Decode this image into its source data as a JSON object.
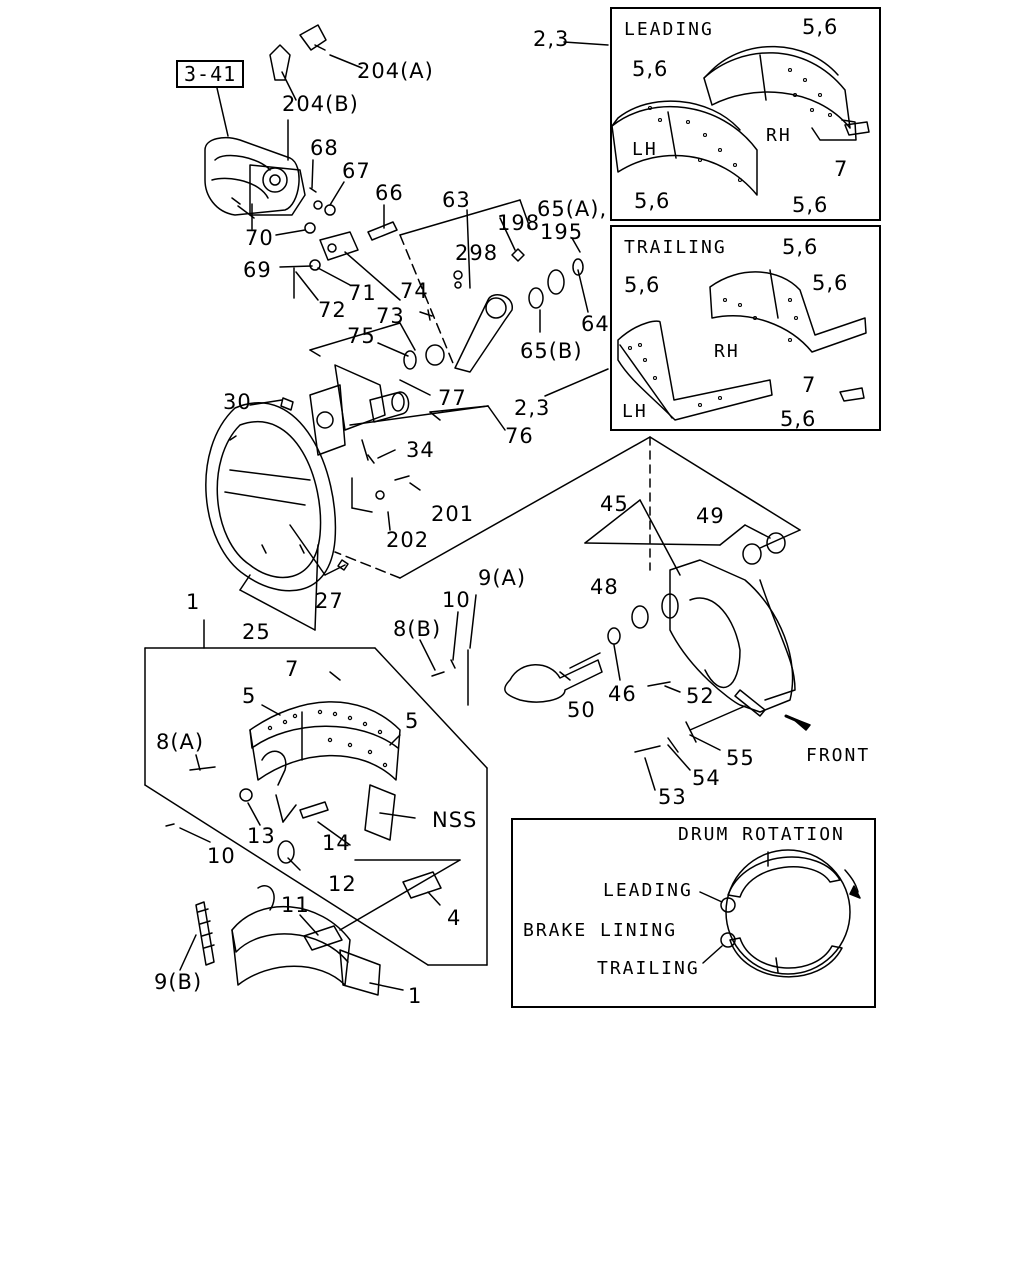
{
  "ref_box": "3-41",
  "labels": {
    "l204a": "204(A)",
    "l204b": "204(B)",
    "l68": "68",
    "l67": "67",
    "l66": "66",
    "l70": "70",
    "l69": "69",
    "l71": "71",
    "l72": "72",
    "l63": "63",
    "l198": "198",
    "l298": "298",
    "l65a": "65(A),",
    "l195": "195",
    "l74": "74",
    "l73": "73",
    "l75": "75",
    "l64": "64",
    "l65b": "65(B)",
    "l23b": "2,3",
    "l30": "30",
    "l77": "77",
    "l76": "76",
    "l34": "34",
    "l201": "201",
    "l202": "202",
    "l45": "45",
    "l49": "49",
    "l48": "48",
    "l27": "27",
    "l25": "25",
    "l1a": "1",
    "l9a": "9(A)",
    "l10a": "10",
    "l8b": "8(B)",
    "l7": "7",
    "l5a": "5",
    "l5b": "5",
    "l8a": "8(A)",
    "l13": "13",
    "l14": "14",
    "l12": "12",
    "l10b": "10",
    "lnss": "NSS",
    "l11": "11",
    "l4": "4",
    "l9b": "9(B)",
    "l1b": "1",
    "l46": "46",
    "l50": "50",
    "l52": "52",
    "l55": "55",
    "l54": "54",
    "l53": "53",
    "front": "FRONT",
    "l23a": "2,3"
  },
  "leading_panel": {
    "title": "LEADING",
    "lh": "LH",
    "rh": "RH",
    "p56_tl": "5,6",
    "p56_tr": "5,6",
    "p56_bl": "5,6",
    "p56_br": "5,6",
    "p7": "7"
  },
  "trailing_panel": {
    "title": "TRAILING",
    "lh": "LH",
    "rh": "RH",
    "p56_t": "5,6",
    "p56_l": "5,6",
    "p56_r": "5,6",
    "p56_b": "5,6",
    "p7": "7"
  },
  "rotation_panel": {
    "title": "DRUM ROTATION",
    "leading": "LEADING",
    "brake_lining": "BRAKE LINING",
    "trailing": "TRAILING"
  }
}
